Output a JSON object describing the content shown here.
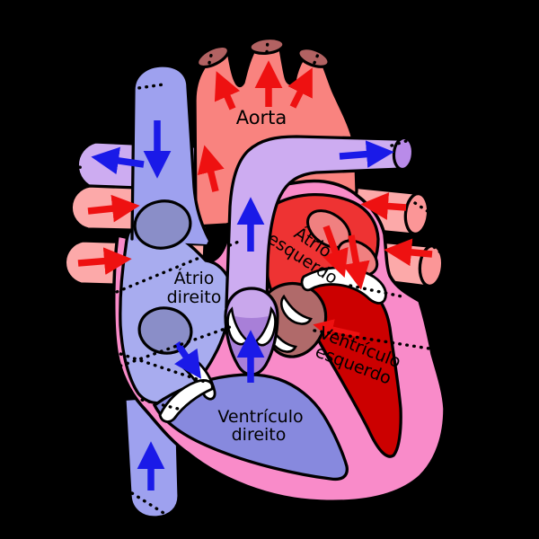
{
  "figure": {
    "type": "human-heart-cross-section-diagram",
    "language": "pt"
  },
  "labels": {
    "aorta": "Aorta",
    "right_atrium": {
      "line1": "Átrio",
      "line2": "direito"
    },
    "left_atrium": {
      "line1": "Átrio",
      "line2": "esquerdo"
    },
    "right_ventricle": {
      "line1": "Ventrículo",
      "line2": "direito"
    },
    "left_ventricle": {
      "line1": "Ventrículo",
      "line2": "esquerdo"
    }
  },
  "colors": {
    "background": "#000000",
    "heart_wall": "#F98BC9",
    "aorta": "#F9837F",
    "aorta_branch_caps": "#B26262",
    "pulmonary_veins": "#FCA9A9",
    "vein_end_caps": "#FB9697",
    "pulmonary_artery": "#CDACF1",
    "pulmonary_artery_cap": "#B98BE9",
    "pulmonary_valve": "#A87FD8",
    "pulmonary_valve_highlight": "#C9A7EC",
    "vena_cava": "#9EA1EF",
    "right_atrium": "#A8ACEF",
    "right_ventricle": "#8789DE",
    "vessel_opening_ovals": "#8A8EC8",
    "left_atrium": "#EE3333",
    "left_atrium_vein_openings": "#F08080",
    "left_ventricle": "#CC0000",
    "aortic_root": "#B06A6A",
    "valve_leaflets": "#FFFFFF",
    "oxygenated_flow_arrows": "#EE1111",
    "deoxygenated_flow_arrows": "#1A1AE8",
    "outline": "#000000",
    "label_text": "#000000"
  }
}
